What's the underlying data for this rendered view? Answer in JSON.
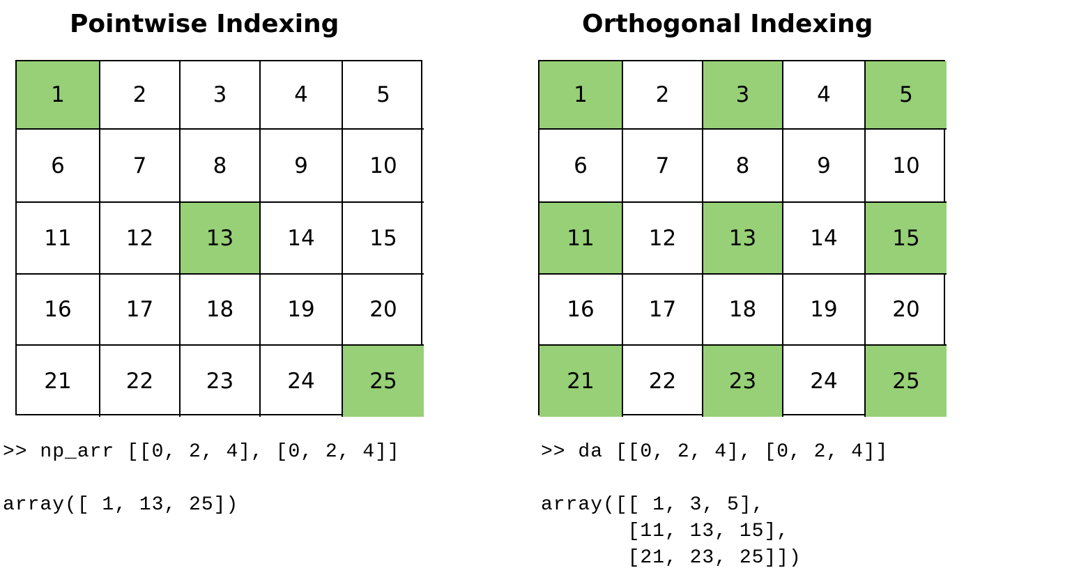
{
  "panels": [
    {
      "id": "pointwise",
      "title": "Pointwise Indexing",
      "cells": [
        "1",
        "2",
        "3",
        "4",
        "5",
        "6",
        "7",
        "8",
        "9",
        "10",
        "11",
        "12",
        "13",
        "14",
        "15",
        "16",
        "17",
        "18",
        "19",
        "20",
        "21",
        "22",
        "23",
        "24",
        "25"
      ],
      "selected": [
        "1",
        "13",
        "25"
      ],
      "code_call": ">> np_arr [[0, 2, 4], [0, 2, 4]]",
      "code_result": "array([ 1, 13, 25])"
    },
    {
      "id": "orthogonal",
      "title": "Orthogonal Indexing",
      "cells": [
        "1",
        "2",
        "3",
        "4",
        "5",
        "6",
        "7",
        "8",
        "9",
        "10",
        "11",
        "12",
        "13",
        "14",
        "15",
        "16",
        "17",
        "18",
        "19",
        "20",
        "21",
        "22",
        "23",
        "24",
        "25"
      ],
      "selected": [
        "1",
        "3",
        "5",
        "11",
        "13",
        "15",
        "21",
        "23",
        "25"
      ],
      "code_call": ">> da [[0, 2, 4], [0, 2, 4]]",
      "code_result": "array([[ 1, 3, 5],\n       [11, 13, 15],\n       [21, 23, 25]])"
    }
  ],
  "colors": {
    "highlight": "#97d077",
    "grid_line": "#000000",
    "cell_background": "#ffffff"
  }
}
